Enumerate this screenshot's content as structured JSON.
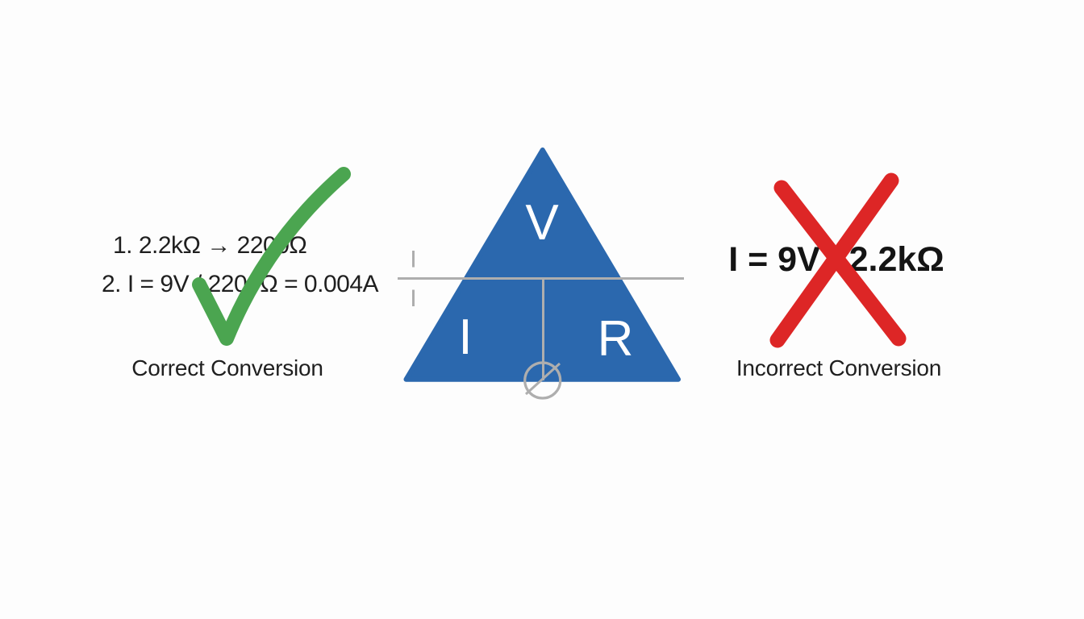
{
  "page": {
    "background_color": "#fdfdfd",
    "text_color": "#1f1f1f"
  },
  "left_panel": {
    "step1": "1. 2.2kΩ → 2200Ω",
    "step2": "2. I = 9V / 2200Ω = 0.004A",
    "caption": "Correct Conversion",
    "check_color": "#4ba550"
  },
  "triangle": {
    "top_label": "V",
    "bottom_left_label": "I",
    "bottom_right_label": "R",
    "fill_color": "#2b68ae",
    "letter_color": "#ffffff",
    "divider_color": "#aeaeae"
  },
  "right_panel": {
    "formula": "I = 9V / 2.2kΩ",
    "caption": "Incorrect Conversion",
    "cross_color": "#dd2626"
  }
}
